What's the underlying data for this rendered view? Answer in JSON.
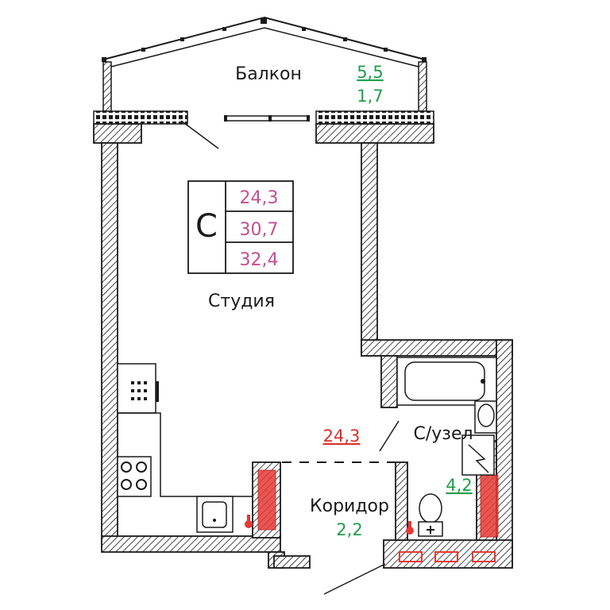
{
  "rooms": {
    "balcony": {
      "name": "Балкон",
      "area": "5,5",
      "area_reduced": "1,7"
    },
    "studio": {
      "code": "С",
      "living_area": "24,3",
      "total_area": "30,7",
      "total_with_balcony": "32,4",
      "name": "Студия",
      "kitchen_area": "24,3"
    },
    "bathroom": {
      "name": "С/узел",
      "area": "4,2"
    },
    "corridor": {
      "name": "Коридор",
      "area": "2,2"
    }
  },
  "colors": {
    "wall": "#1a1a1a",
    "hatch": "#1a1a1a",
    "area_green": "#1e9e4a",
    "area_pink": "#c2508f",
    "area_red": "#d9302c",
    "riser_red": "#e53935"
  },
  "icons": [
    "bathtub-icon",
    "sink-icon",
    "toilet-icon",
    "stove-icon",
    "kitchen-sink-icon",
    "radiator-icon",
    "fridge-icon"
  ]
}
